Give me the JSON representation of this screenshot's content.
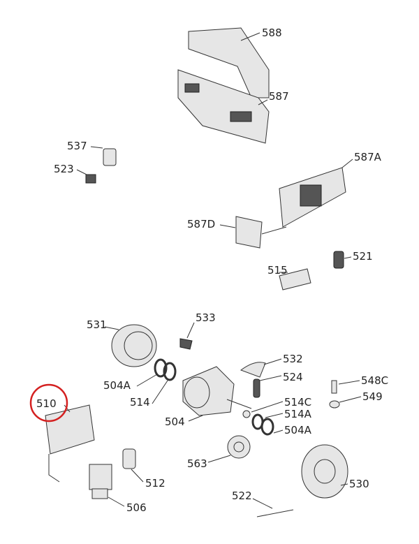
{
  "diagram": {
    "labels": {
      "p588": "588",
      "p587": "587",
      "p537": "537",
      "p523": "523",
      "p587A": "587A",
      "p587D": "587D",
      "p521": "521",
      "p515": "515",
      "p531": "531",
      "p533": "533",
      "p532": "532",
      "p524": "524",
      "p504A_left": "504A",
      "p514": "514",
      "p548C": "548C",
      "p549": "549",
      "p510": "510",
      "p514C": "514C",
      "p514A": "514A",
      "p504A_right": "504A",
      "p504": "504",
      "p563": "563",
      "p530": "530",
      "p512": "512",
      "p522": "522",
      "p506": "506"
    },
    "highlight_color": "#d42020"
  }
}
